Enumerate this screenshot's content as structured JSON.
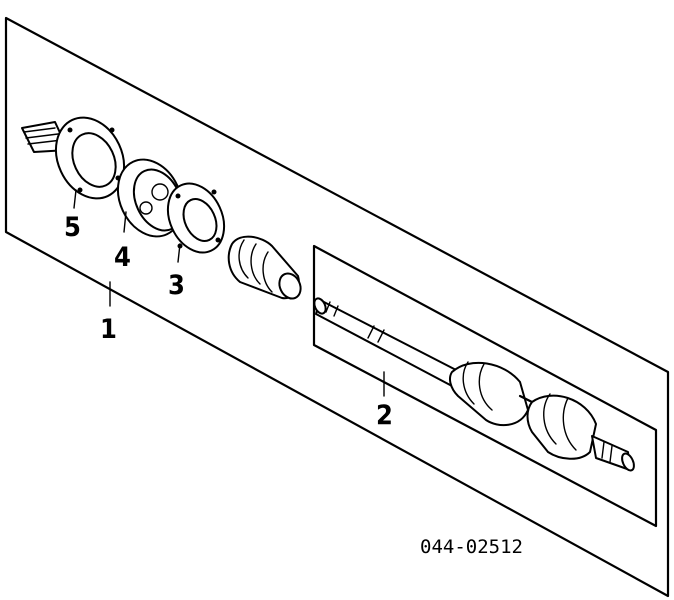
{
  "callouts": {
    "c1": "1",
    "c2": "2",
    "c3": "3",
    "c4": "4",
    "c5": "5"
  },
  "diagram_code": "044-02512"
}
